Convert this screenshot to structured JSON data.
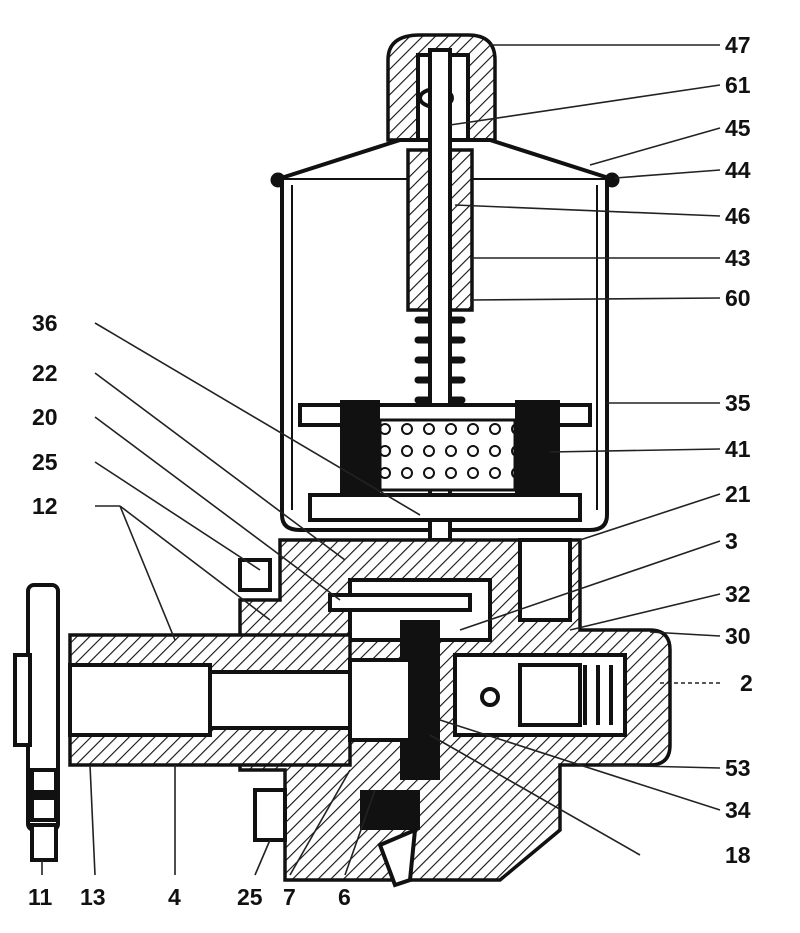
{
  "title": "Fuel pump cross-section",
  "labels": {
    "right": [
      "47",
      "61",
      "45",
      "44",
      "46",
      "43",
      "60",
      "35",
      "41",
      "21",
      "3",
      "32",
      "30",
      "2",
      "53",
      "34",
      "18"
    ],
    "left": [
      "36",
      "22",
      "20",
      "25",
      "12"
    ],
    "bottom": [
      "11",
      "13",
      "4",
      "25",
      "7",
      "6"
    ]
  }
}
